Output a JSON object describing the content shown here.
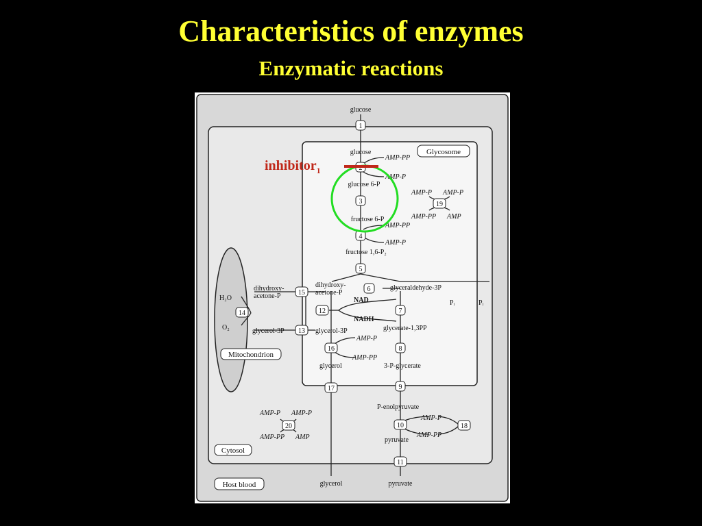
{
  "slide": {
    "title": "Characteristics of enzymes",
    "subtitle": "Enzymatic reactions",
    "inhibitor_label": "inhibitor",
    "inhibitor_sub": "1",
    "colors": {
      "title": "#ffff33",
      "inhibitor": "#c0281a",
      "highlight": "#22dd22",
      "background": "#000000"
    }
  },
  "diagram": {
    "compartments": {
      "glycosome": "Glycosome",
      "mitochondrion": "Mitochondrion",
      "cytosol": "Cytosol",
      "host_blood": "Host blood"
    },
    "metabolites": {
      "glucose_top": "glucose",
      "glucose": "glucose",
      "glucose6p": "glucose 6-P",
      "fructose6p": "fructose 6-P",
      "fructose16p2": "fructose 1,6-P₂",
      "dhap_glyco": "dihydroxy-\nacetone-P",
      "dhap_mito": "dihydroxy-\nacetone-P",
      "g3p_ald": "glyceraldehyde-3P",
      "nad": "NAD",
      "nadh": "NADH",
      "pi_in": "Pᵢ",
      "pi_out": "Pᵢ",
      "glycerol3p_glyco": "glycerol-3P",
      "glycerol3p_mito": "glycerol-3P",
      "glycerate13p": "glycerate-1,3PP",
      "glycerol_glyco": "glycerol",
      "three_pg": "3-P-glycerate",
      "pep": "P-enolpyruvate",
      "pyruvate_cyto": "pyruvate",
      "glycerol_blood": "glycerol",
      "pyruvate_blood": "pyruvate",
      "h2o": "H₂O",
      "o2": "O₂"
    },
    "cofactors": {
      "s2_in": "AMP-PP",
      "s2_out": "AMP-P",
      "s4_in": "AMP-PP",
      "s4_out": "AMP-P",
      "s19_tl": "AMP-P",
      "s19_tr": "AMP-P",
      "s19_bl": "AMP-PP",
      "s19_br": "AMP",
      "s16_a": "AMP-P",
      "s16_b": "AMP-PP",
      "s20_tl": "AMP-P",
      "s20_tr": "AMP-P",
      "s20_bl": "AMP-PP",
      "s20_br": "AMP",
      "s10_a": "AMP-P",
      "s10_b": "AMP-PP"
    },
    "steps": [
      "1",
      "2",
      "3",
      "4",
      "5",
      "6",
      "7",
      "8",
      "9",
      "10",
      "11",
      "12",
      "13",
      "14",
      "15",
      "16",
      "17",
      "18",
      "19",
      "20"
    ]
  }
}
